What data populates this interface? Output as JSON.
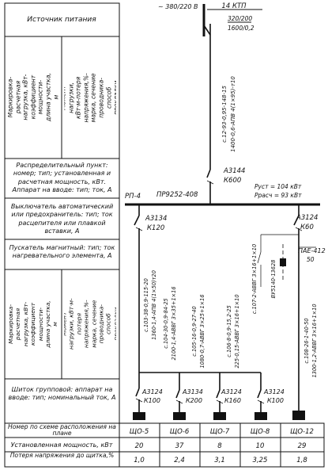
{
  "left_column": {
    "power_source": "Источник питания",
    "cable_marking_top": "Маркировка-расчетная нагрузка, кВт-коэффициент мощности-длина участка, м",
    "load_moment_top": "Момент нагрузки, кВт·м-потеря напряжения,%-марка, сечение проводника-способ прокладки",
    "distribution_point": "Распределительный пункт: номер; тип; установленная и расчетная мощность, кВт. Аппарат на вводе: тип; ток, А",
    "breaker": "Выключатель автоматический или предохранитель: тип; ток расцепителя или плавкой вставки, А",
    "magnetic_starter": "Пускатель магнитный: тип; ток нагревательного элемента, А",
    "cable_marking_bottom": "Маркировка-расчетная нагрузка, кВт-коэффициент мощности-длина участка, м",
    "load_moment_bottom": "Момент нагрузки, кВт·м-потеря напряжения,%-марка, сечение проводника-способ прокладки",
    "group_board": "Шиток групповой: аппарат на вводе: тип; номинальный ток, А"
  },
  "source": {
    "voltage": "~ 380/220 В",
    "name": "14 КТП",
    "transformer_line1": "320/200",
    "transformer_line2": "1600/0,2"
  },
  "main_feeder": {
    "cable_label_a": "с.12-93-0,95-148-15",
    "cable_label_b": "1400-0,6-АПВ 4(1×95)-т10",
    "breaker_type": "А3144",
    "breaker_rating": "К600"
  },
  "distribution_point": {
    "name": "РП-4",
    "type": "ПР9252-408",
    "p_installed": "Pуст = 104 кВт",
    "p_design": "Pрасч = 93 кВт"
  },
  "left_breaker": {
    "type": "А3134",
    "rating": "К120"
  },
  "right_breaker": {
    "type": "А3124",
    "rating": "К60"
  },
  "starter": {
    "type": "ПАЕ-412",
    "rating": "50"
  },
  "motor_branch": {
    "label_a": "с.107-2-АВВГ 3×16+1×10",
    "label_b": "ВУ5140-13628"
  },
  "branches": [
    {
      "label_a": "с.103-38-0,9-115-20",
      "label_b": "1360-1,4-АПВ 4(1×50)т20"
    },
    {
      "label_a": "с.104-30-0,9-84-25",
      "label_b": "2100-1,4-АВВГ 3×35+1×16"
    },
    {
      "label_a": "с.105-16-0,9-27-40",
      "label_b": "1080-0,7-АВВГ 3×25+1×16"
    },
    {
      "label_a": "с.106-8-0,9-15,2-25",
      "label_b": "225-0,15-АВВГ 3×16+1×10"
    },
    {
      "label_a": "с.108-26-1-40-50",
      "label_b": "1300-1,2-АВВГ 3×16+1×10"
    }
  ],
  "boards": [
    {
      "type": "А3124",
      "rating": "К100"
    },
    {
      "type": "А3134",
      "rating": "К200"
    },
    {
      "type": "А3124",
      "rating": "К160"
    },
    {
      "type": "А3124",
      "rating": "К100"
    }
  ],
  "table": {
    "row1_header": "Номер по схеме расположения на плане",
    "row2_header": "Установленная мощность, кВт",
    "row3_header": "Потеря напряжения до щитка,%",
    "numbers": [
      "ЩО-5",
      "ЩО-6",
      "ЩО-7",
      "ЩО-8",
      "ЩО-12"
    ],
    "power": [
      "20",
      "37",
      "8",
      "10",
      "29"
    ],
    "losses": [
      "1,0",
      "2,4",
      "3,1",
      "3,25",
      "1,8"
    ]
  }
}
